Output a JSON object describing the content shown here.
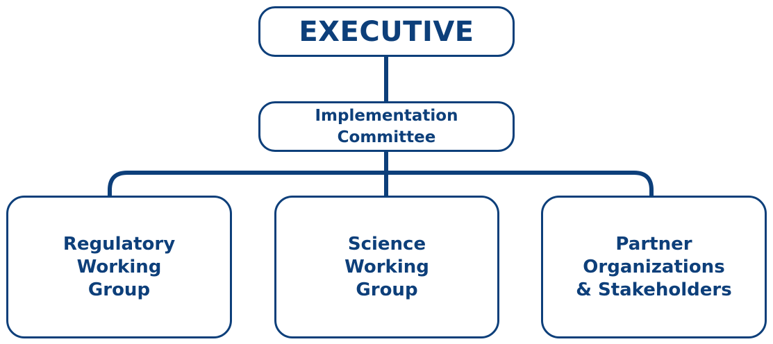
{
  "diagram": {
    "top": {
      "label": "EXECUTIVE"
    },
    "middle": {
      "label": "Implementation\nCommittee"
    },
    "groups": [
      {
        "label": "Regulatory\nWorking\nGroup"
      },
      {
        "label": "Science\nWorking\nGroup"
      },
      {
        "label": "Partner\nOrganizations\n& Stakeholders"
      }
    ],
    "colors": {
      "line": "#0d3f7a",
      "text": "#0d3f7a",
      "fill": "#ffffff"
    }
  }
}
